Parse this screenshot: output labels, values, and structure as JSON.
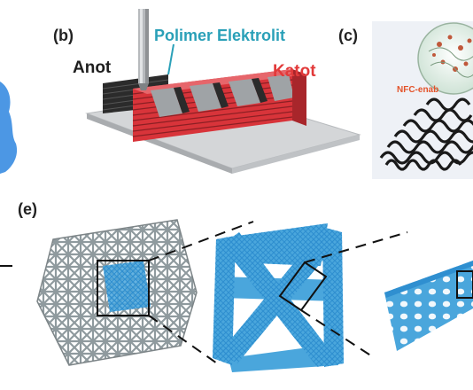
{
  "panel_labels": {
    "b": "(b)",
    "c": "(c)",
    "e": "(e)"
  },
  "panel_b": {
    "electrolyte_label": "Polimer Elektrolit",
    "anode_label": "Anot",
    "cathode_label": "Katot"
  },
  "panel_c": {
    "badge_text": "NFC-enab"
  },
  "colors": {
    "electrolyte_text": "#2aa0b8",
    "cathode_text": "#e23a3a",
    "cathode_layers": "#d8343a",
    "anode_layers": "#2b2b2b",
    "lattice_blue": "#4aa6dc",
    "lattice_gray": "#8f9a9e"
  }
}
